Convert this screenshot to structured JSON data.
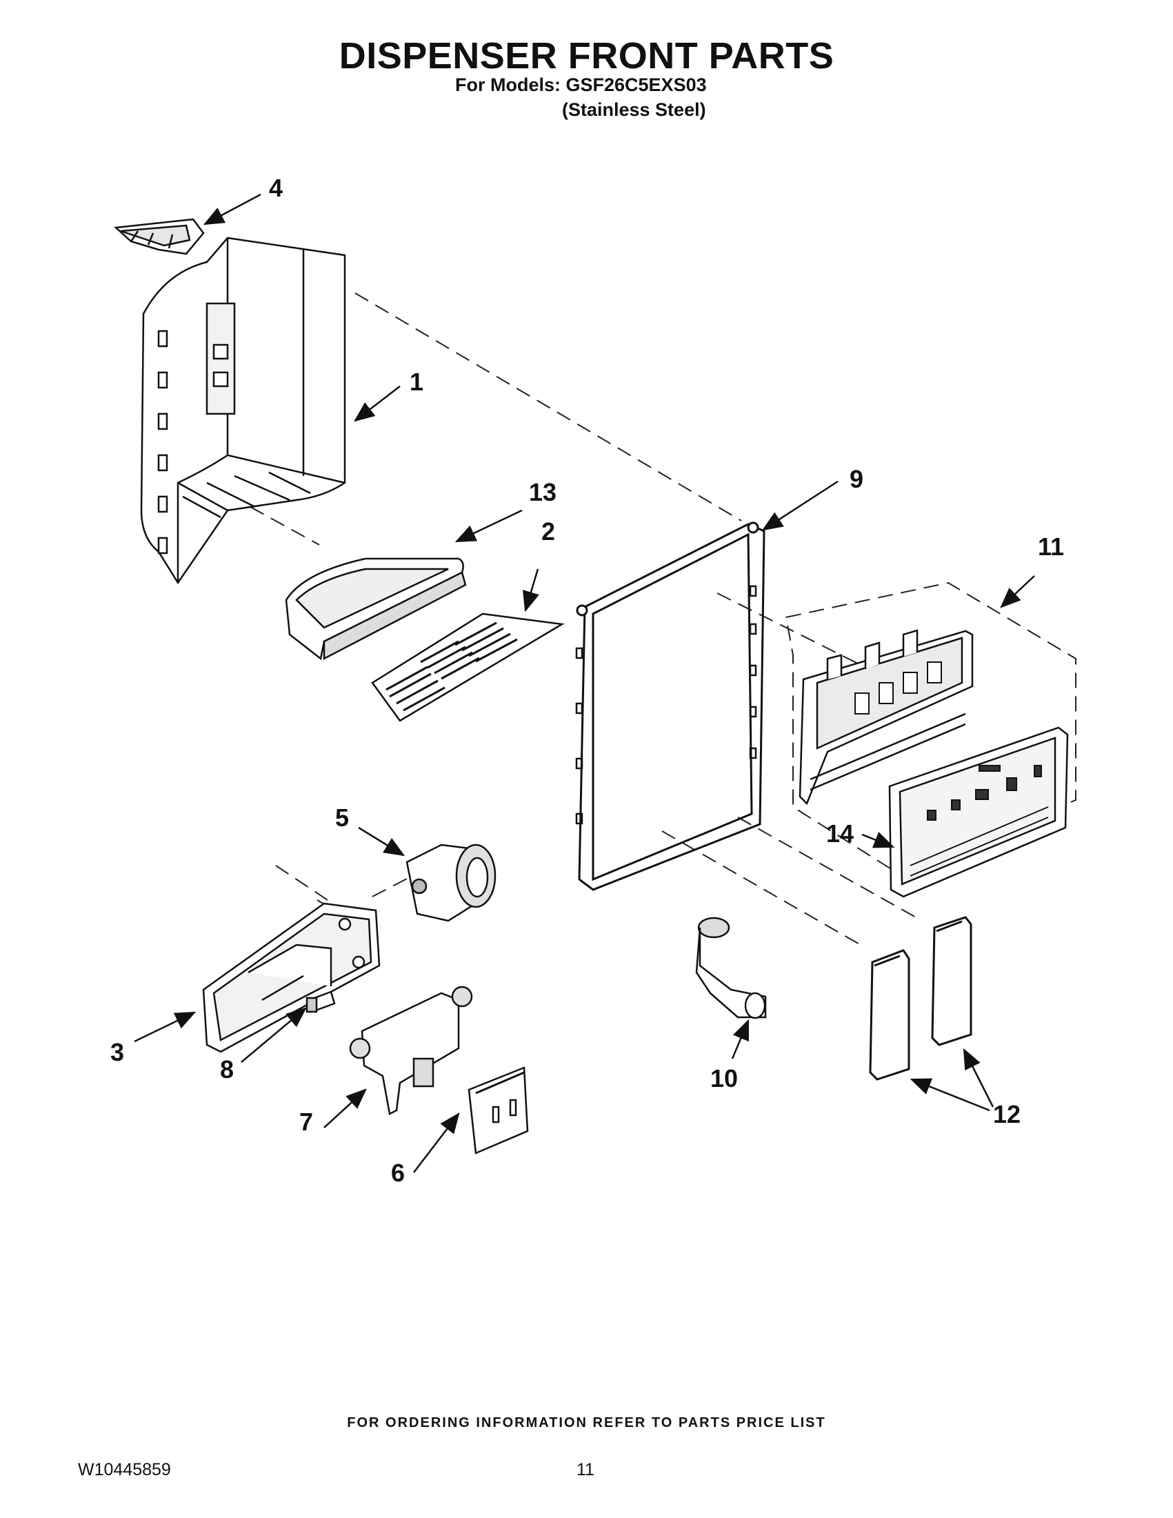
{
  "header": {
    "title": "DISPENSER FRONT PARTS",
    "models_line": "For Models: GSF26C5EXS03",
    "finish_line": "(Stainless Steel)"
  },
  "callouts": [
    "1",
    "2",
    "3",
    "4",
    "5",
    "6",
    "7",
    "8",
    "9",
    "10",
    "11",
    "12",
    "13",
    "14"
  ],
  "footer": {
    "ordering_note": "FOR ORDERING INFORMATION REFER TO PARTS PRICE LIST",
    "doc_number": "W10445859",
    "page_number": "11"
  }
}
